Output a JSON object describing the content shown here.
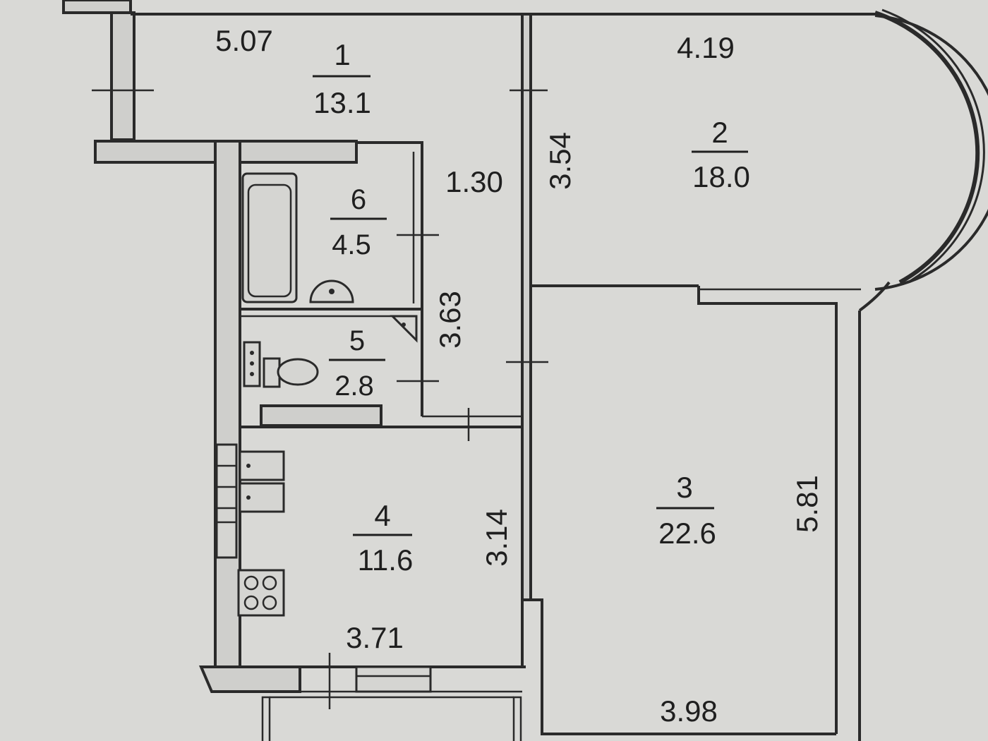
{
  "rooms": [
    {
      "number": "1",
      "area": "13.1"
    },
    {
      "number": "2",
      "area": "18.0"
    },
    {
      "number": "3",
      "area": "22.6"
    },
    {
      "number": "4",
      "area": "11.6"
    },
    {
      "number": "5",
      "area": "2.8"
    },
    {
      "number": "6",
      "area": "4.5"
    }
  ],
  "dimensions": {
    "room1_width": "5.07",
    "corridor_width": "1.30",
    "room2_width": "4.19",
    "room2_depth": "3.54",
    "corridor_length": "3.63",
    "room4_depth": "3.14",
    "room4_width": "3.71",
    "room3_depth": "5.81",
    "room3_width": "3.98"
  },
  "colors": {
    "paper": "#d9d9d6",
    "ink": "#1f1f1f"
  }
}
